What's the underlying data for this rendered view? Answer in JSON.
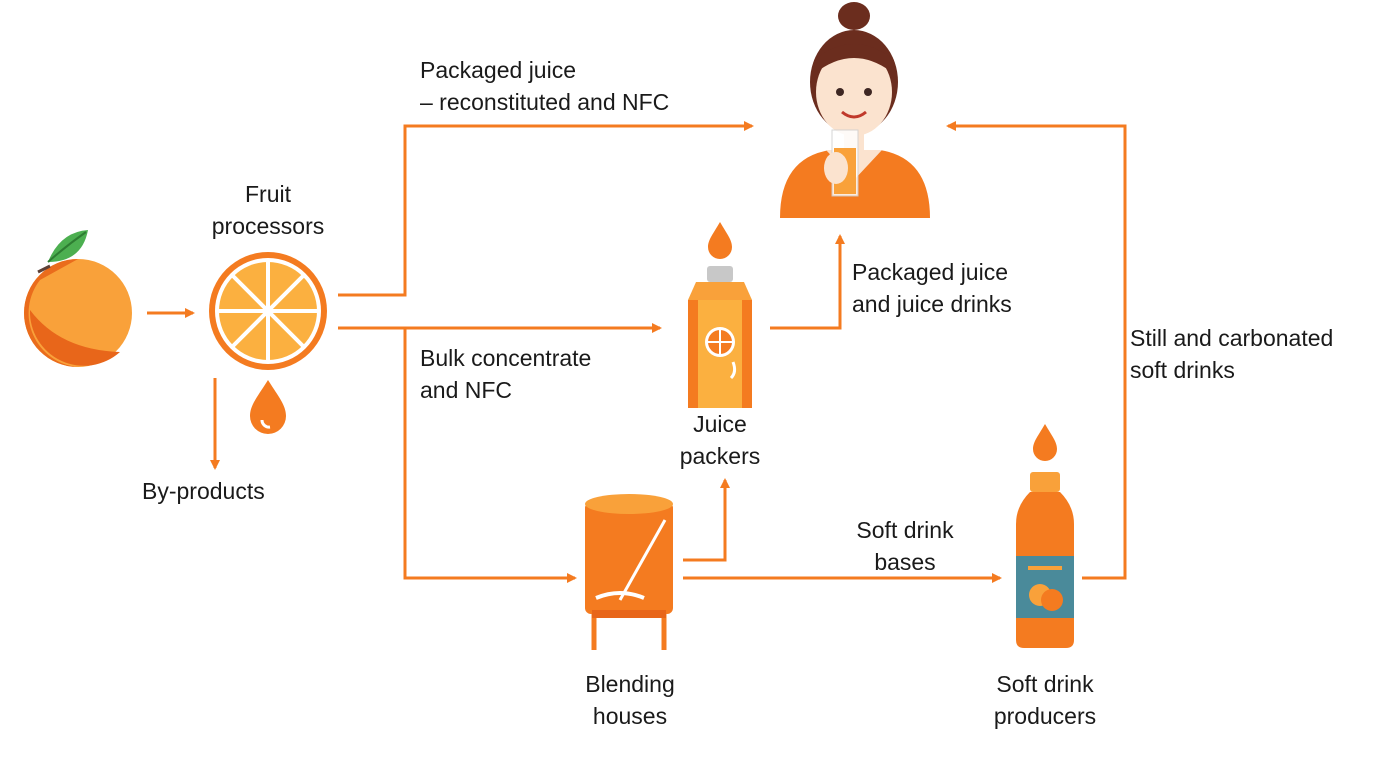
{
  "colors": {
    "accent": "#f47b20",
    "orange_light": "#f9a13a",
    "orange_dark": "#e8661a",
    "leaf": "#4caf50",
    "teal": "#4a8a9a",
    "skin": "#fbe3cf",
    "hair": "#6b2d1e",
    "text": "#1a1a1a"
  },
  "icons": {
    "orange": "orange-fruit-icon",
    "fruit_processor": "orange-slice-icon",
    "juice_drop": "juice-drop-icon",
    "juice_carton": "juice-carton-icon",
    "blending_tank": "mixing-tank-icon",
    "soft_drink_bottle": "soda-bottle-icon",
    "consumer": "woman-drinking-juice-icon"
  },
  "nodes": {
    "fruit_processors": {
      "line1": "Fruit",
      "line2": "processors"
    },
    "by_products": {
      "label": "By-products"
    },
    "juice_packers": {
      "line1": "Juice",
      "line2": "packers"
    },
    "blending_houses": {
      "line1": "Blending",
      "line2": "houses"
    },
    "soft_drink_producers": {
      "line1": "Soft drink",
      "line2": "producers"
    }
  },
  "flows": {
    "packaged_juice_nfc": {
      "line1": "Packaged juice",
      "line2": "– reconstituted and NFC"
    },
    "bulk_concentrate": {
      "line1": "Bulk concentrate",
      "line2": "and NFC"
    },
    "packaged_juice_drinks": {
      "line1": "Packaged juice",
      "line2": "and juice drinks"
    },
    "soft_drink_bases": {
      "line1": "Soft drink",
      "line2": "bases"
    },
    "still_carbonated": {
      "line1": "Still and carbonated",
      "line2": "soft drinks"
    }
  }
}
